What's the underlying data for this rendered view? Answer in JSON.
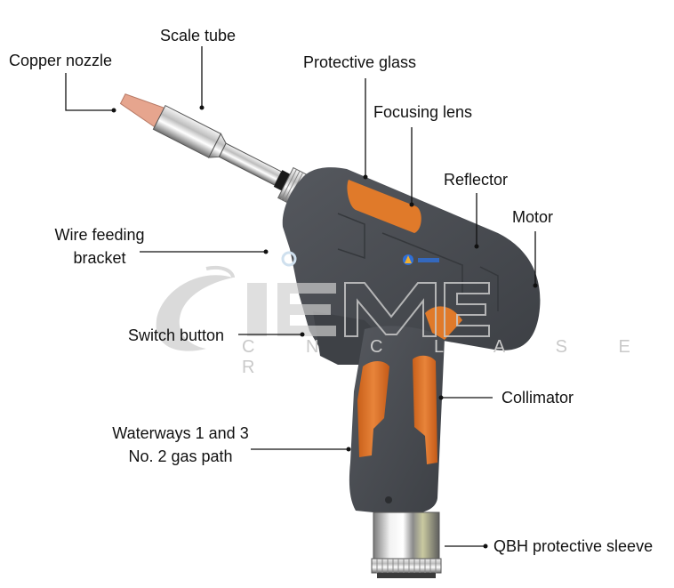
{
  "diagram": {
    "subject": "Handheld laser welding gun",
    "watermark": {
      "brand": "IEME",
      "sub": "C N C  L A S E R",
      "color": "#c8c8c8"
    },
    "colors": {
      "body": "#4a4d52",
      "accent": "#e07a2a",
      "metal": "#d8d8d8",
      "copper": "#e6a58e",
      "leader": "#111111"
    },
    "labels": [
      {
        "id": "copper-nozzle",
        "text": "Copper nozzle"
      },
      {
        "id": "scale-tube",
        "text": "Scale tube"
      },
      {
        "id": "protective-glass",
        "text": "Protective glass"
      },
      {
        "id": "focusing-lens",
        "text": "Focusing lens"
      },
      {
        "id": "reflector",
        "text": "Reflector"
      },
      {
        "id": "motor",
        "text": "Motor"
      },
      {
        "id": "wire-feeding-bracket",
        "line1": "Wire feeding",
        "line2": "bracket"
      },
      {
        "id": "switch-button",
        "text": "Switch button"
      },
      {
        "id": "collimator",
        "text": "Collimator"
      },
      {
        "id": "waterways",
        "line1": "Waterways 1 and 3",
        "line2": "No. 2 gas path"
      },
      {
        "id": "qbh-sleeve",
        "text": "QBH protective sleeve"
      }
    ]
  }
}
